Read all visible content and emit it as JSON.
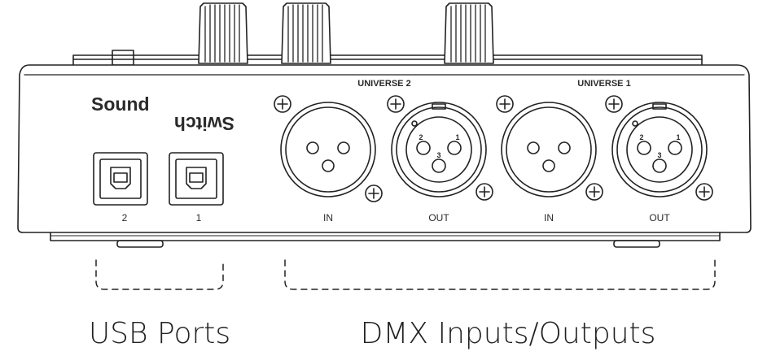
{
  "brand": {
    "line1": "Sound",
    "line2": "Switch"
  },
  "usb": {
    "port_labels": [
      "2",
      "1"
    ]
  },
  "universes": [
    {
      "title": "UNIVERSE 2",
      "in_label": "IN",
      "out_label": "OUT"
    },
    {
      "title": "UNIVERSE 1",
      "in_label": "IN",
      "out_label": "OUT"
    }
  ],
  "xlr_pin_labels": [
    "2",
    "1",
    "3"
  ],
  "callouts": {
    "usb": "USB Ports",
    "dmx": "DMX Inputs/Outputs"
  },
  "colors": {
    "outline": "#222222",
    "panel": "#f8f8f8",
    "text": "#2a2a2a"
  }
}
